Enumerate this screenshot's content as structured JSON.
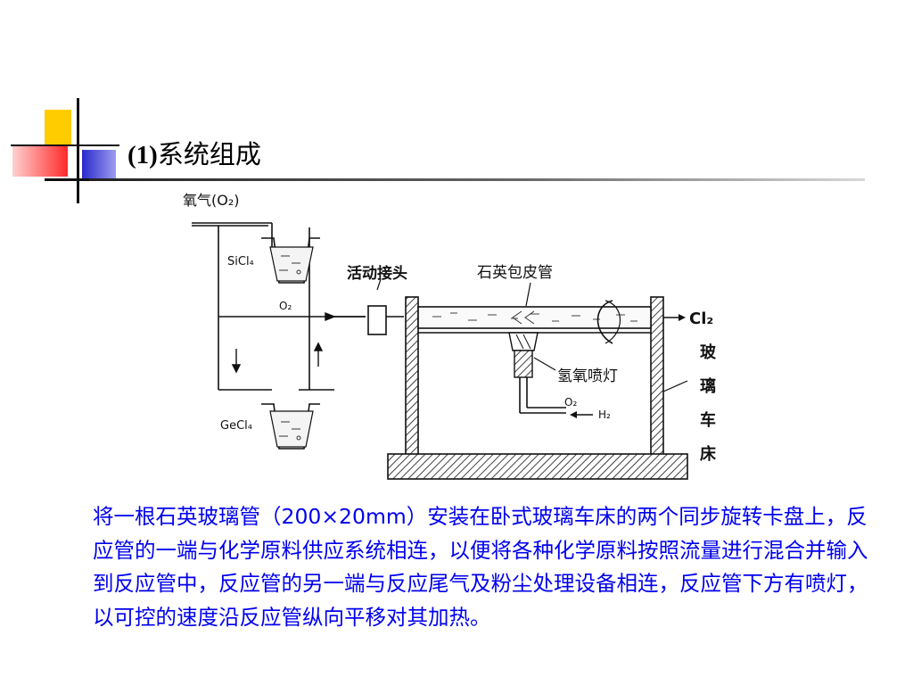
{
  "slide": {
    "title_num": "(1)",
    "title_text": "系统组成",
    "body_text": "将一根石英玻璃管（200×20mm）安装在卧式玻璃车床的两个同步旋转卡盘上，反应管的一端与化学原料供应系统相连，以便将各种化学原料按照流量进行混合并输入到反应管中，反应管的另一端与反应尾气及粉尘处理设备相连，反应管下方有喷灯，以可控的速度沿反应管纵向平移对其加热。"
  },
  "diagram": {
    "oxygen_label": "氧气(O₂)",
    "sicl4_label": "SiCl₄",
    "o2_mid_label": "O₂",
    "gecl4_label": "GeCl₄",
    "joint_label": "活动接头",
    "quartz_tube_label": "石英包皮管",
    "cl2_label": "Cl₂",
    "lathe_label_1": "玻",
    "lathe_label_2": "璃",
    "lathe_label_3": "车",
    "lathe_label_4": "床",
    "torch_label": "氢氧喷灯",
    "torch_o2_label": "O₂",
    "torch_h2_label": "H₂"
  },
  "colors": {
    "yellow": "#ffcc00",
    "blue": "#3333cc",
    "red": "#ff3333",
    "body_text": "#0000ee"
  }
}
